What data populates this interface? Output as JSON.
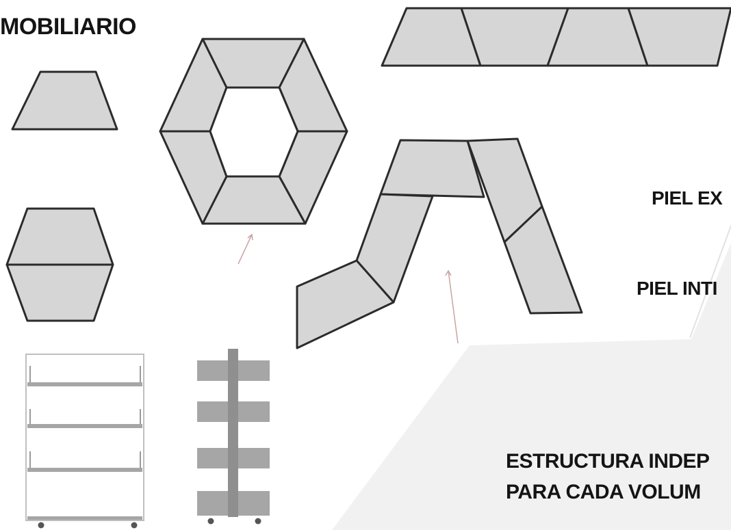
{
  "title": "MOBILIARIO",
  "labels": {
    "skin_exterior": "PIEL EX",
    "skin_interior": "PIEL INTI",
    "structure_line1": "ESTRUCTURA INDEP",
    "structure_line2": "PARA CADA VOLUM"
  },
  "colors": {
    "panel_fill": "#d6d6d6",
    "outline": "#2b2b2b",
    "shelf_gray": "#a6a6a6",
    "background_plane": "#f1f1f1",
    "arrow": "#c9a3a3"
  }
}
